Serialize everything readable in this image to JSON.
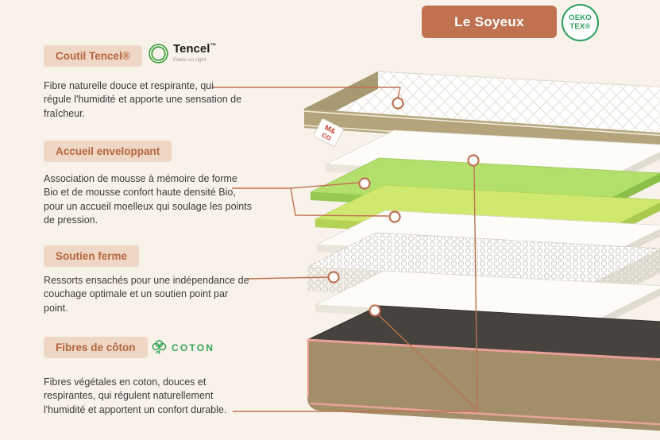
{
  "header": {
    "title": "Le Soyeux",
    "badge": {
      "line1": "OEKO",
      "line2": "TEX®"
    }
  },
  "sections": [
    {
      "label": "Coutil Tencel®",
      "description": "Fibre naturelle douce et respirante, qui régule l'humidité et apporte une sensation de fraîcheur."
    },
    {
      "label": "Accueil enveloppant",
      "description": "Association de mousse à mémoire de forme Bio et de mousse confort haute densité Bio, pour un accueil moelleux qui soulage les points de pression."
    },
    {
      "label": "Soutien ferme",
      "description": "Ressorts ensachés pour une indépendance de couchage optimale et un soutien point par point."
    },
    {
      "label": "Fibres de côton",
      "description": "Fibres végétales en coton, douces et respirantes, qui régulent naturellement l'humidité et apportent un confort durable."
    }
  ],
  "logos": {
    "tencel": {
      "name": "Tencel",
      "trademark": "™",
      "tagline": "Feels so right"
    },
    "coton": {
      "label": "COTON"
    }
  },
  "mattress": {
    "brand_line1": "M&",
    "brand_line2": "CO"
  },
  "colors": {
    "background": "#f8f2eb",
    "accent_terracotta": "#bf7150",
    "pill_background": "#eed7c4",
    "pill_text": "#b5653e",
    "foam_green": "#b3e06c",
    "foam_yellow_green": "#cfe96f",
    "logo_green": "#3aa657",
    "badge_green": "#2aa05e",
    "base_khaki": "#a28e68",
    "base_top_dark": "#46423e",
    "piping_pink": "#eb9f9a"
  }
}
